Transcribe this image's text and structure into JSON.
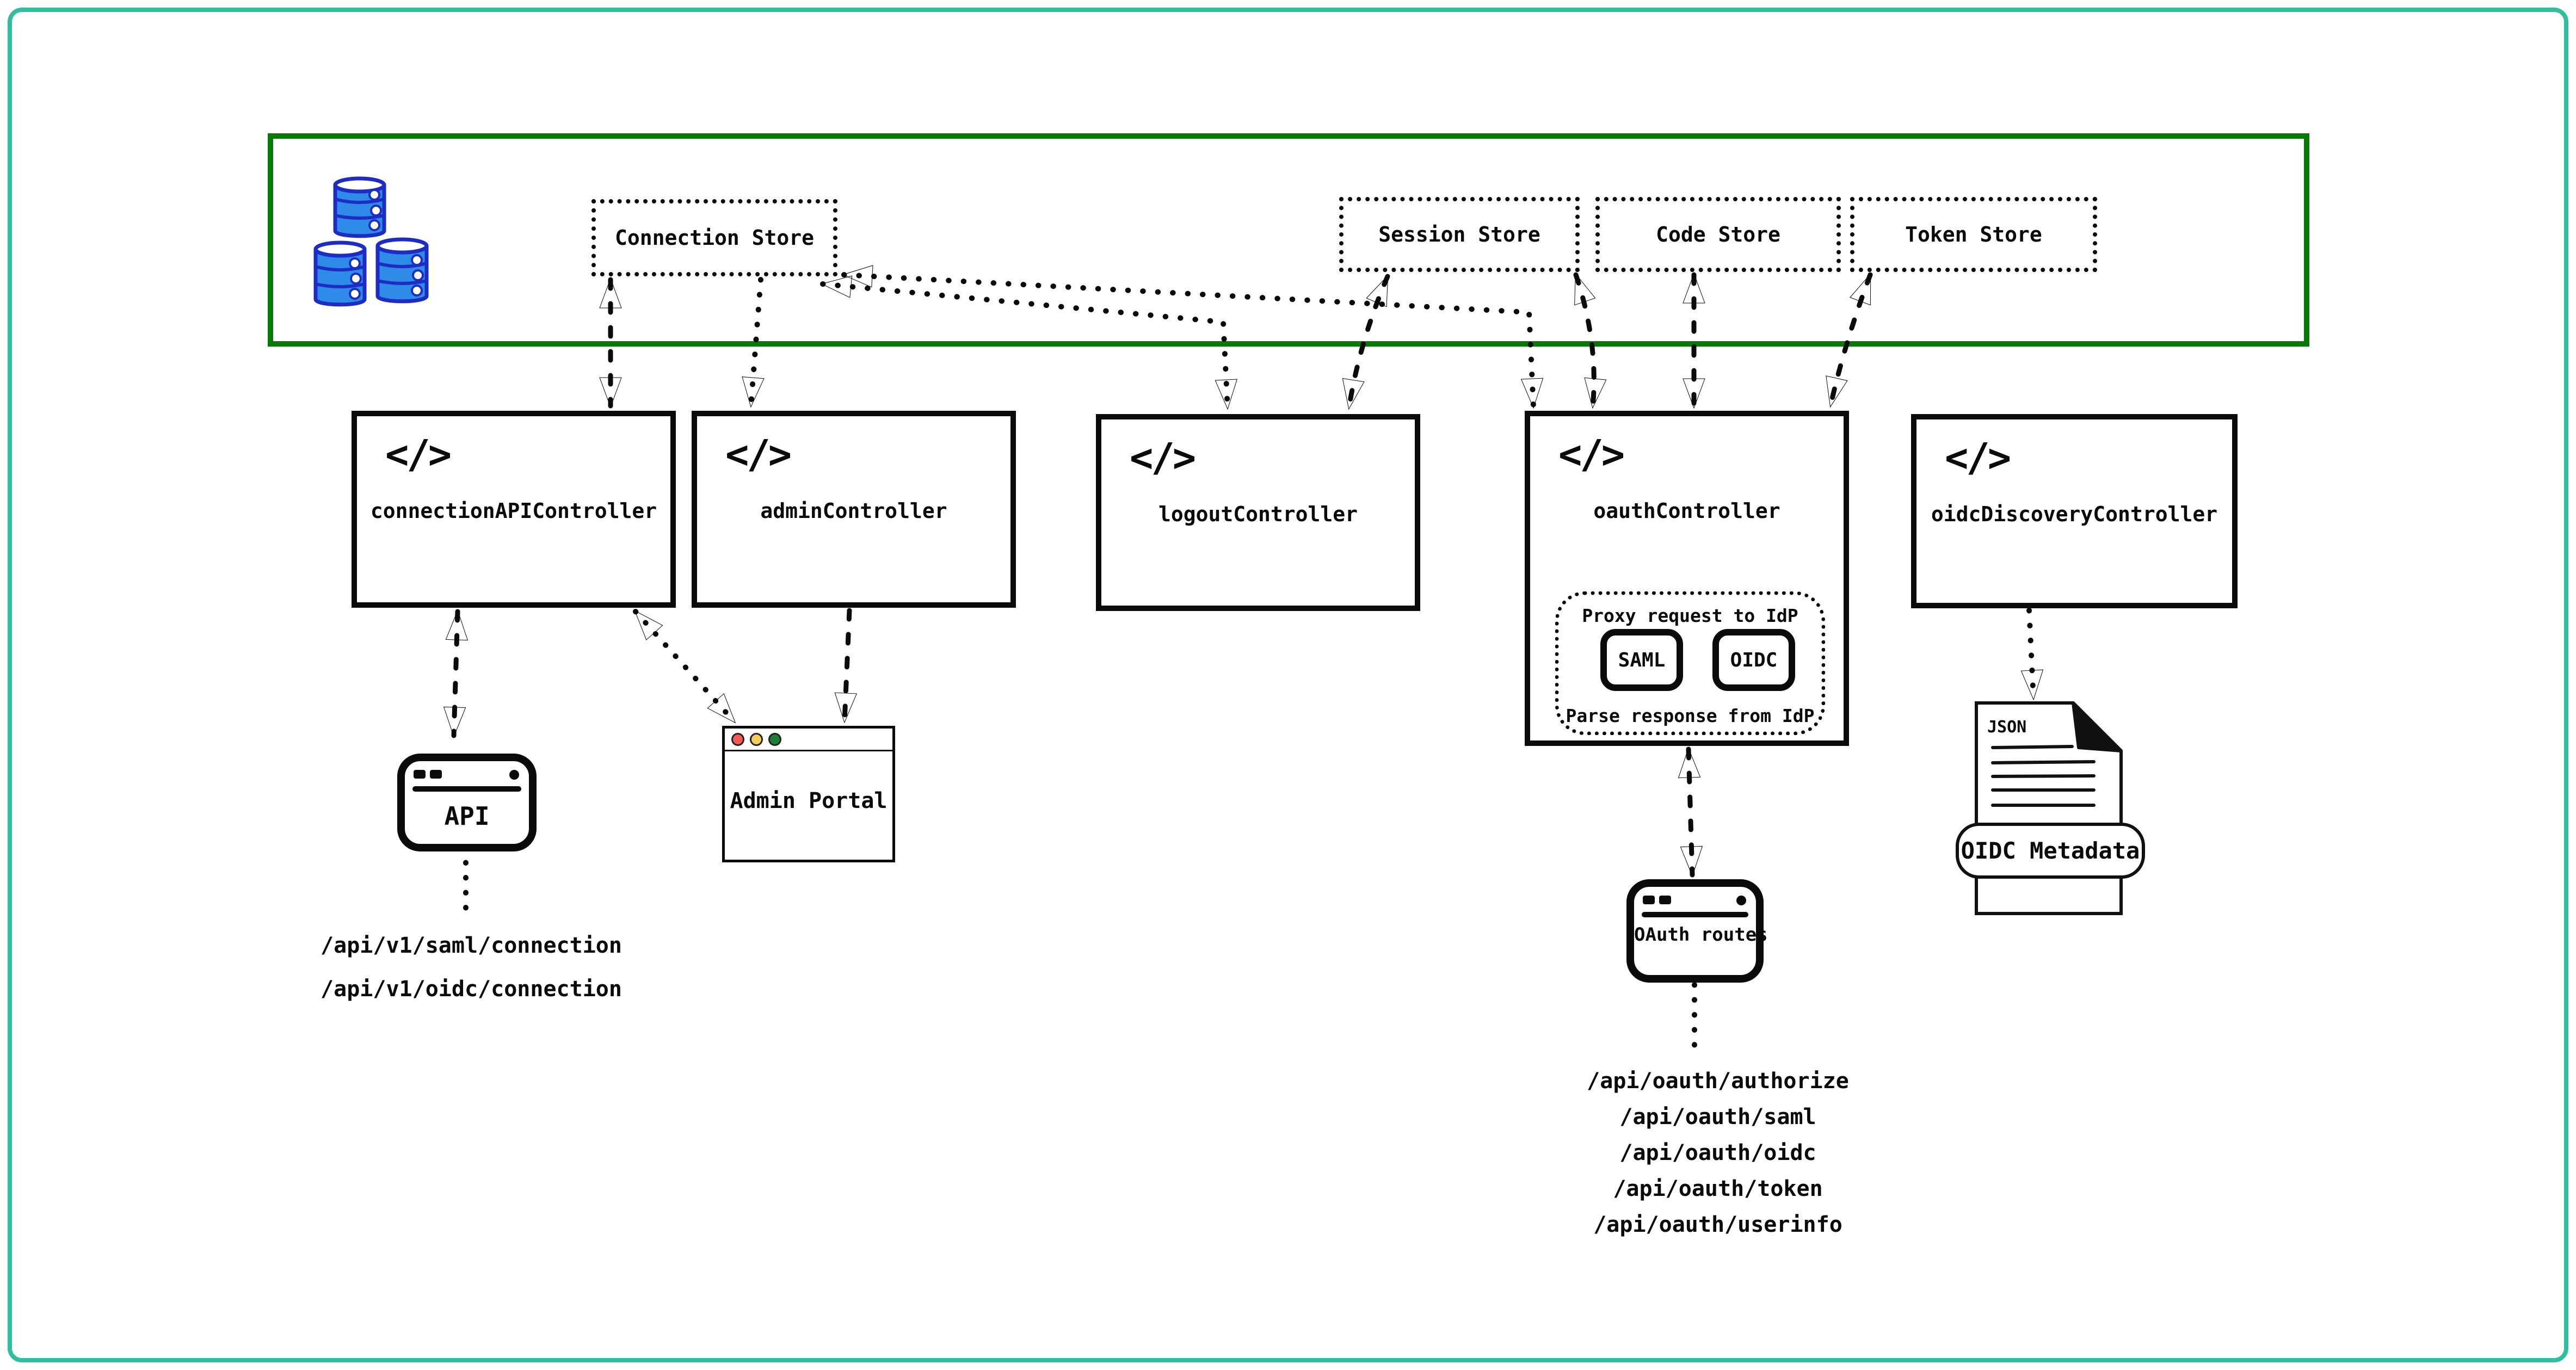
{
  "stores": [
    {
      "label": "Connection Store"
    },
    {
      "label": "Session Store"
    },
    {
      "label": "Code Store"
    },
    {
      "label": "Token Store"
    }
  ],
  "controllers": [
    {
      "label": "connectionAPIController"
    },
    {
      "label": "adminController"
    },
    {
      "label": "logoutController"
    },
    {
      "label": "oauthController"
    },
    {
      "label": "oidcDiscoveryController"
    }
  ],
  "oauth_internals": {
    "proxy_label": "Proxy request to IdP",
    "parse_label": "Parse response from IdP",
    "protocols": [
      {
        "label": "SAML"
      },
      {
        "label": "OIDC"
      }
    ]
  },
  "clients": {
    "api_window": {
      "label": "API"
    },
    "admin_portal": {
      "label": "Admin Portal"
    },
    "oauth_routes": {
      "label": "OAuth routes"
    },
    "oidc_metadata": {
      "file_type": "JSON",
      "label": "OIDC Metadata"
    }
  },
  "endpoints": {
    "api": [
      "/api/v1/saml/connection",
      "/api/v1/oidc/connection"
    ],
    "oauth": [
      "/api/oauth/authorize",
      "/api/oauth/saml",
      "/api/oauth/oidc",
      "/api/oauth/token",
      "/api/oauth/userinfo"
    ]
  },
  "icons": {
    "code": "</>"
  },
  "colors": {
    "frame": "#2fbf9f",
    "panel_border": "#077907",
    "database_fill": "#2e8be8",
    "database_stroke": "#1d2cc4",
    "traffic_red": "#f25c54",
    "traffic_yellow": "#f5cd5a",
    "traffic_green": "#1e7e34"
  }
}
